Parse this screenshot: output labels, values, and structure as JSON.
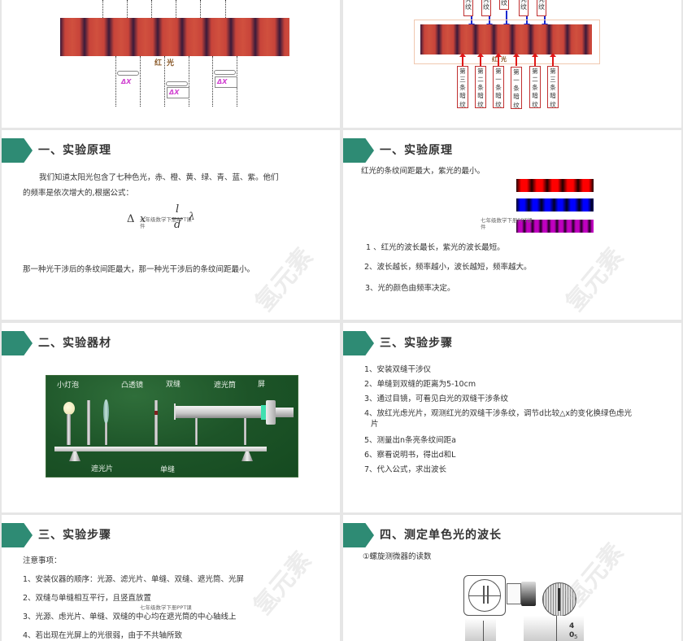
{
  "theme": {
    "accent": "#2e8b74",
    "fringe_red": "#e01818",
    "bright_arrow": "#1a2ad0"
  },
  "watermark": "氢元素",
  "stamp": {
    "line1": "七年级数学下册PPT课",
    "line2": "件"
  },
  "slide1": {
    "caption": "红光",
    "dx_labels": [
      "ΔX",
      "ΔX",
      "ΔX"
    ]
  },
  "slide2": {
    "bright_labels": [
      "亮纹",
      "亮纹",
      "纹",
      "亮纹",
      "亮纹"
    ],
    "dark_labels": [
      "第三条暗纹",
      "第二条暗纹",
      "第一条暗纹",
      "第一条暗纹",
      "第二条暗纹",
      "第三条暗纹"
    ],
    "caption": "红光"
  },
  "slide3": {
    "title": "一、实验原理",
    "para1": "我们知道太阳光包含了七种色光，赤、橙、黄、绿、青、蓝、紫。他们",
    "para2": "的频率是依次增大的,根据公式：",
    "formula": {
      "delta": "Δ",
      "x": "x",
      "num": "l",
      "den": "d",
      "lambda": "λ"
    },
    "question": "那一种光干涉后的条纹间距最大，那一种光干涉后的条纹间距最小。"
  },
  "slide4": {
    "title": "一、实验原理",
    "lead": "红光的条纹间距最大，紫光的最小。",
    "spectra": [
      {
        "name": "red",
        "color": "#ff0000"
      },
      {
        "name": "blue",
        "color": "#0000ff"
      },
      {
        "name": "violet",
        "color": "#c000c0"
      }
    ],
    "points": [
      "1 、红光的波长最长，紫光的波长最短。",
      "2、波长越长，频率越小，波长越短，频率越大。",
      "3、光的颜色由频率决定。"
    ]
  },
  "slide5": {
    "title": "二、实验器材",
    "labels": {
      "bulb": "小灯泡",
      "lens": "凸透镜",
      "double_slit": "双缝",
      "tube": "遮光筒",
      "screen": "屏",
      "filter": "遮光片",
      "single_slit": "单缝"
    }
  },
  "slide6": {
    "title": "三、实验步骤",
    "steps": [
      "1、安装双缝干涉仪",
      "2、单缝到双缝的距离为5-10cm",
      "3、通过目镜，可看见白光的双缝干涉条纹",
      "4、放红光虑光片，观测红光的双缝干涉条纹，调节d比较△x的变化换绿色虑光",
      "片",
      "5、测量出n条亮条纹间距a",
      "6、察看说明书，得出d和L",
      "7、代入公式，求出波长"
    ]
  },
  "slide7": {
    "title": "三、实验步骤",
    "heading": "注意事项：",
    "notes": [
      "1、安装仪器的顺序：光源、滤光片、单缝、双缝、遮光筒、光屏",
      "2、双缝与单缝相互平行，且竖直放置",
      "3、光源、虑光片、单缝、双缝的中心均在遮光筒的中心轴线上",
      "4、若出现在光屏上的光很弱，由于不共轴所致"
    ]
  },
  "slide8": {
    "title": "四、测定单色光的波长",
    "subtitle": "①螺旋测微器的读数",
    "scale_numbers": [
      "4",
      "0",
      "5"
    ]
  }
}
